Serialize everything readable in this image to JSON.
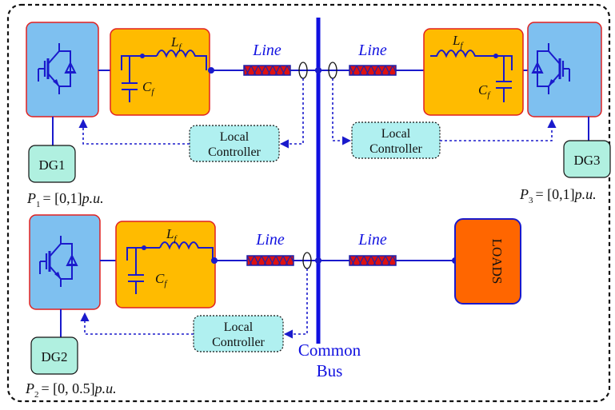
{
  "colors": {
    "bus": "#1010e0",
    "wire": "#1a1acc",
    "converter_fill": "#7ec0f0",
    "converter_border": "#e02020",
    "filter_fill": "#ffbb00",
    "filter_border": "#e02020",
    "line_fill": "#dd1111",
    "line_hatch": "#2020aa",
    "controller_fill": "#b0f0f0",
    "dg_fill": "#b0f0e0",
    "loads_fill": "#ff6600",
    "signal": "#1a1acc",
    "label_blue": "#1010e0"
  },
  "labels": {
    "line": "Line",
    "local_controller_line1": "Local",
    "local_controller_line2": "Controller",
    "common_bus_line1": "Common",
    "common_bus_line2": "Bus",
    "inductor_symbol": "L",
    "capacitor_symbol": "C",
    "filter_subscript": "f",
    "loads": "LOADS"
  },
  "generators": [
    {
      "name": "DG1",
      "p_symbol": "P",
      "p_index": "1",
      "p_range": "= [0,1]",
      "p_unit": "p.u."
    },
    {
      "name": "DG2",
      "p_symbol": "P",
      "p_index": "2",
      "p_range": "= [0, 0.5]",
      "p_unit": "p.u."
    },
    {
      "name": "DG3",
      "p_symbol": "P",
      "p_index": "3",
      "p_range": "= [0,1]",
      "p_unit": "p.u."
    }
  ]
}
